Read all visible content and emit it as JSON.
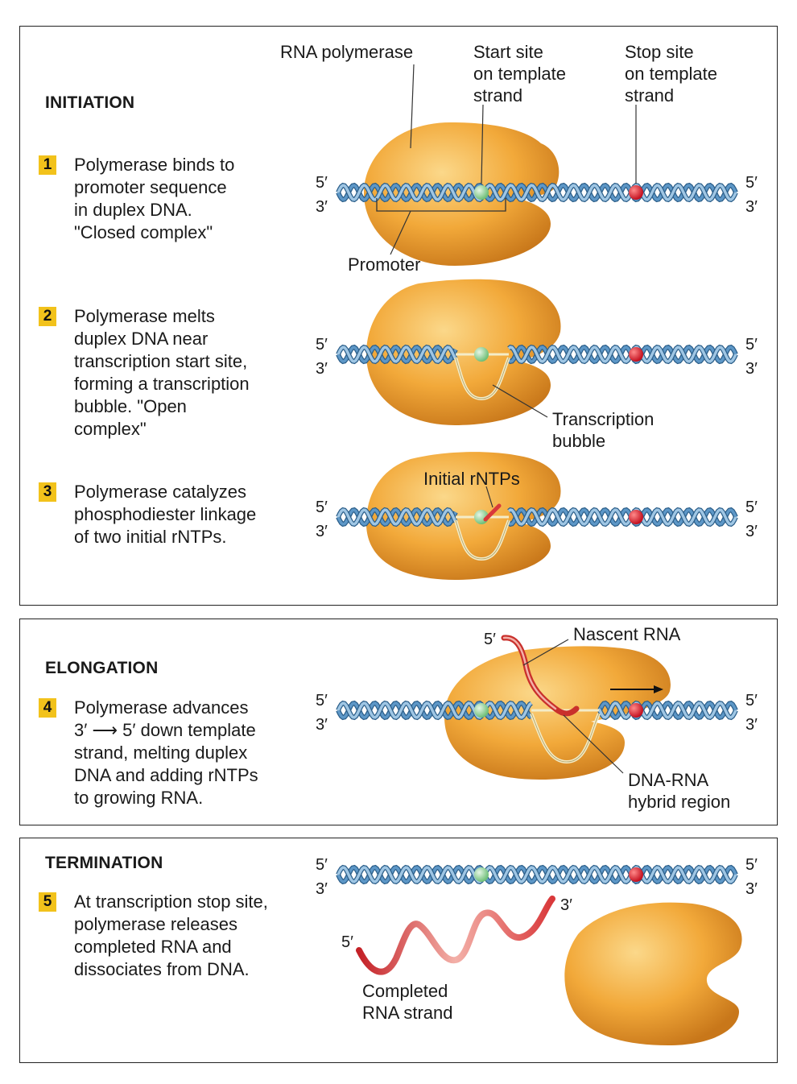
{
  "colors": {
    "polymerase": "#f2a93a",
    "dna_strand": "#7fb1d8",
    "start_site": "#9ed4a0",
    "stop_site": "#e8132d",
    "rna": "#d9383a",
    "number_badge": "#f2c21b"
  },
  "initiation": {
    "heading": "INITIATION",
    "steps": [
      {
        "num": "1",
        "text": "Polymerase binds to\npromoter sequence\nin duplex DNA.\n\"Closed complex\""
      },
      {
        "num": "2",
        "text": "Polymerase melts\nduplex DNA near\ntranscription start site,\nforming a transcription\nbubble.  \"Open\ncomplex\""
      },
      {
        "num": "3",
        "text": "Polymerase catalyzes\nphosphodiester linkage\nof two initial rNTPs."
      }
    ],
    "labels": {
      "rna_polymerase": "RNA polymerase",
      "start_site": [
        "Start site",
        "on template",
        "strand"
      ],
      "stop_site": [
        "Stop site",
        "on template",
        "strand"
      ],
      "promoter": "Promoter",
      "transcription_bubble": [
        "Transcription",
        "bubble"
      ],
      "initial_rntps": "Initial rNTPs"
    }
  },
  "elongation": {
    "heading": "ELONGATION",
    "steps": [
      {
        "num": "4",
        "text": "Polymerase advances\n3′ ⟶ 5′ down template\nstrand, melting duplex\nDNA and adding rNTPs\nto growing RNA."
      }
    ],
    "labels": {
      "nascent_rna": "Nascent RNA",
      "hybrid_region": [
        "DNA-RNA",
        "hybrid region"
      ],
      "rna_5prime": "5′"
    }
  },
  "termination": {
    "heading": "TERMINATION",
    "steps": [
      {
        "num": "5",
        "text": "At transcription stop site,\npolymerase releases\ncompleted RNA and\ndissociates from DNA."
      }
    ],
    "labels": {
      "completed_rna": [
        "Completed",
        "RNA strand"
      ],
      "rna_5prime": "5′",
      "rna_3prime": "3′"
    }
  },
  "strand_ends": {
    "five": "5′",
    "three": "3′"
  }
}
